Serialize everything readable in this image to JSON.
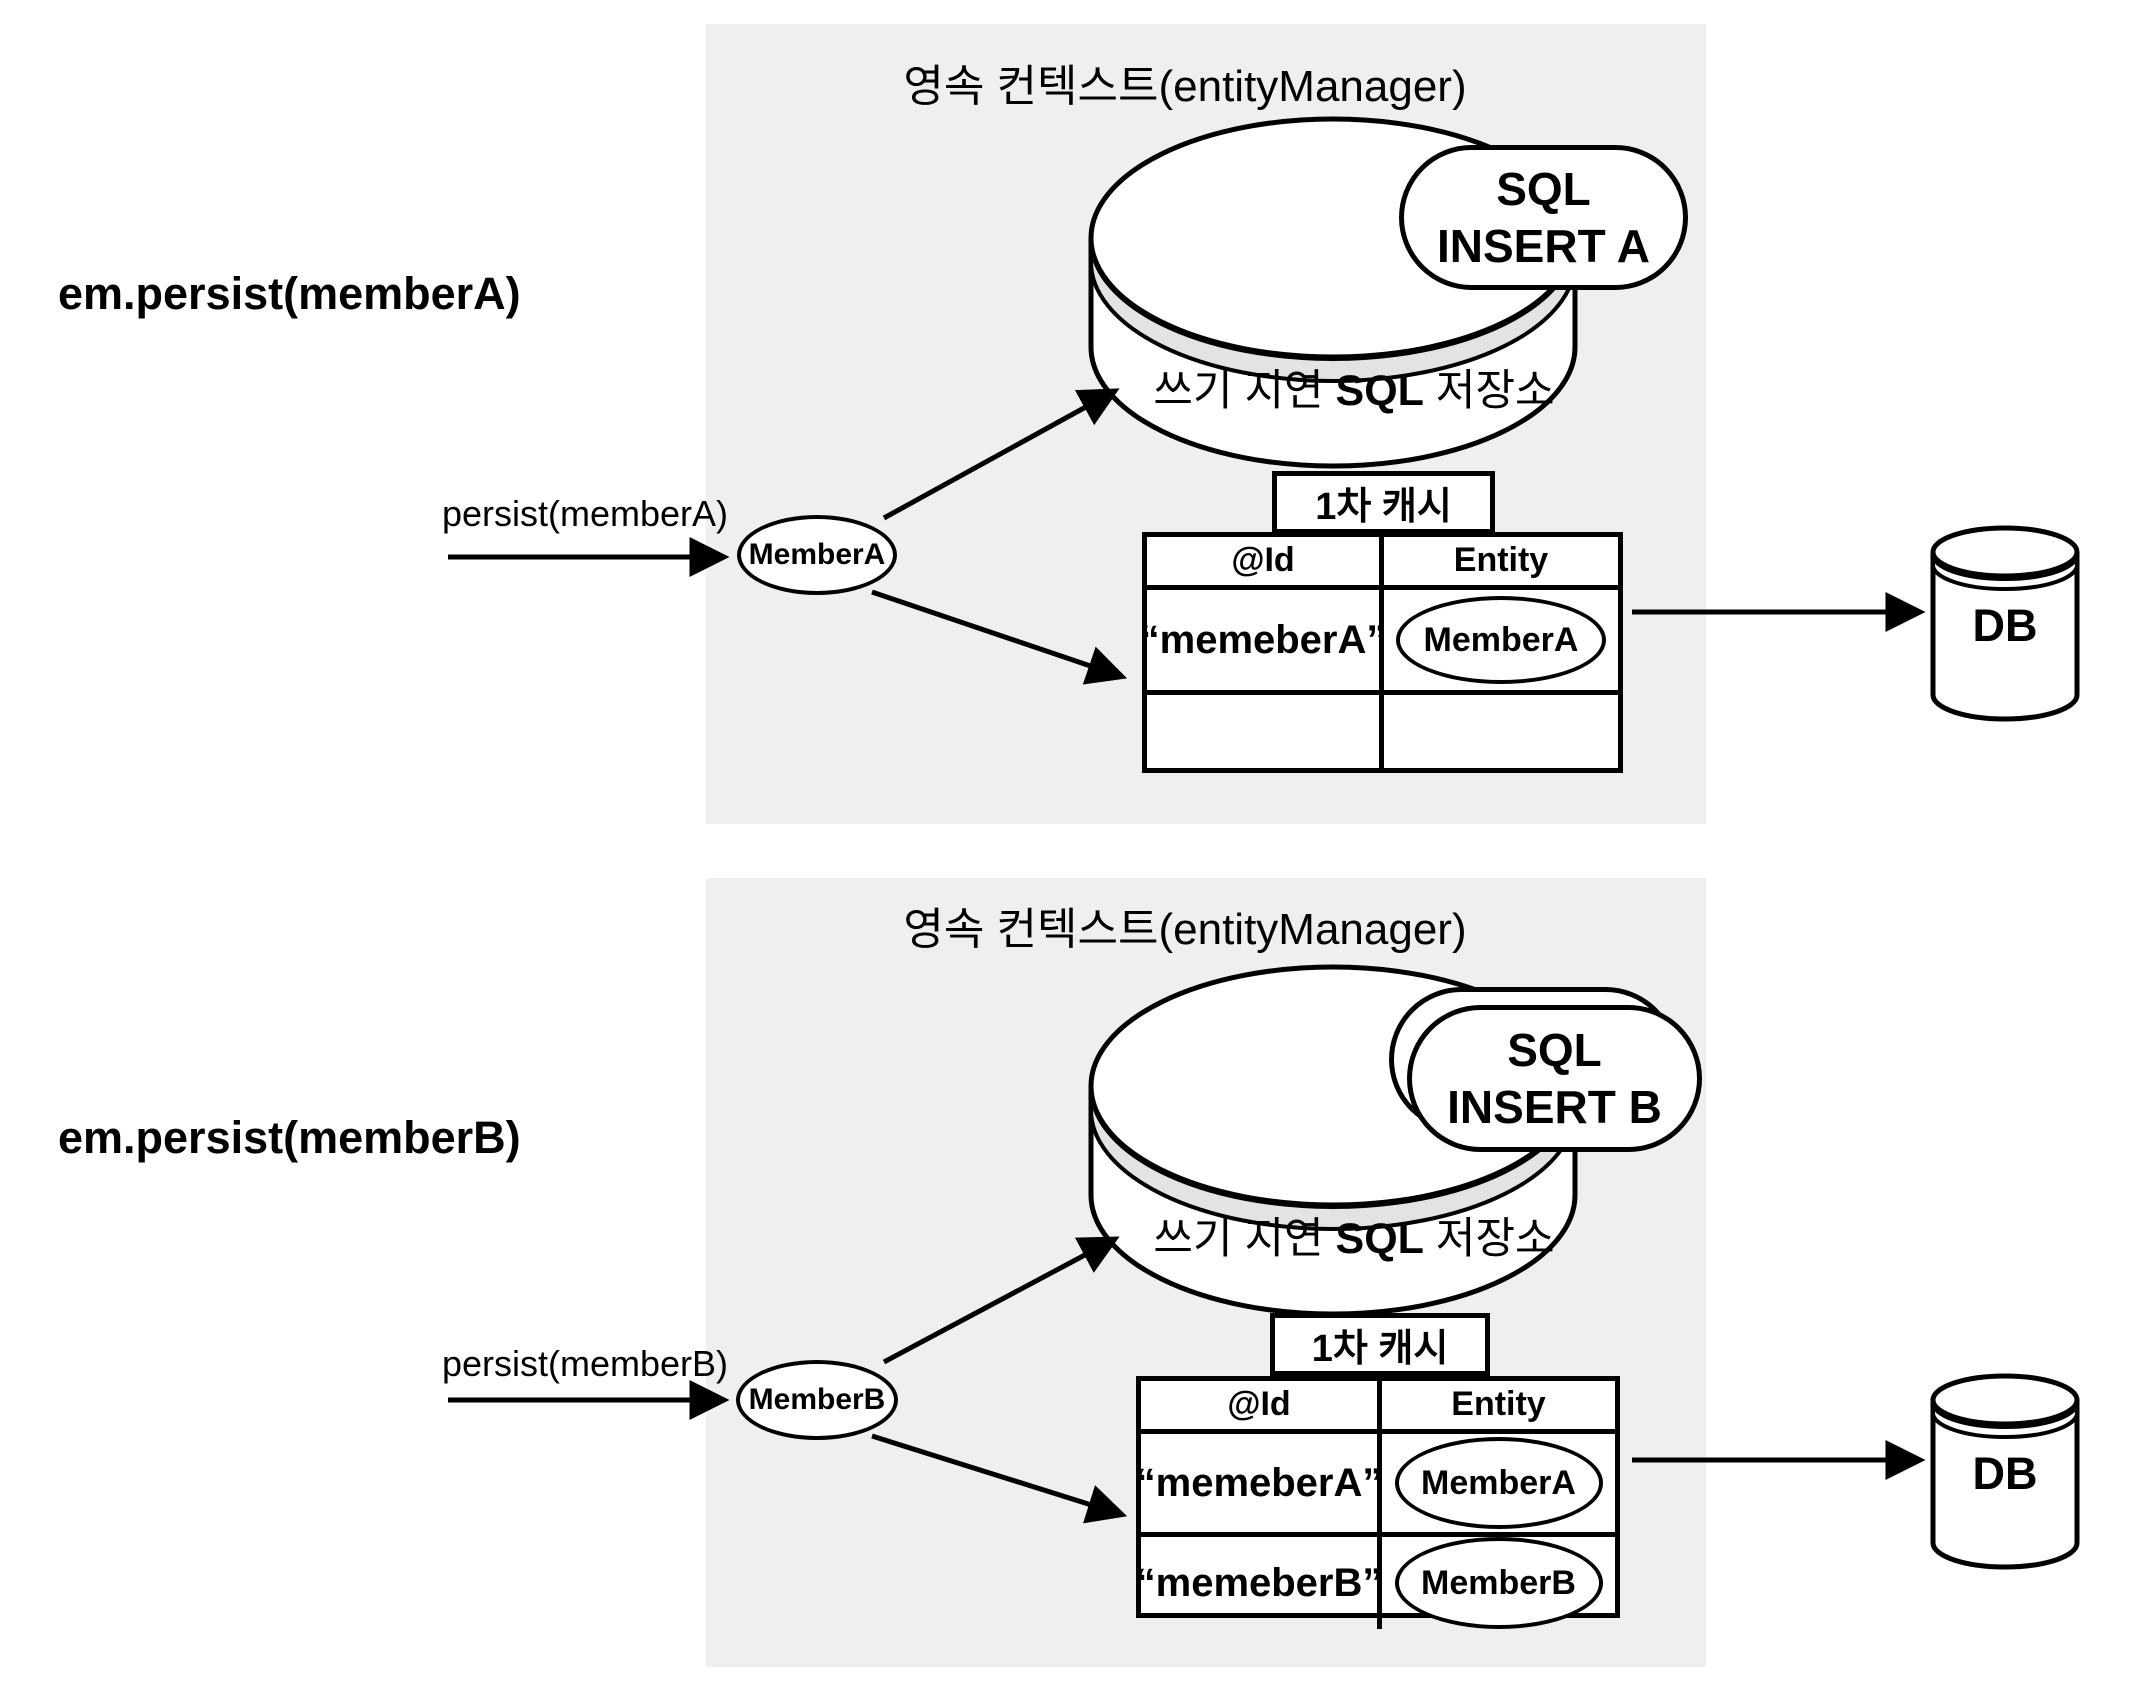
{
  "colors": {
    "panel_bg": "#efefef",
    "line": "#000000",
    "shape_fill": "#ffffff",
    "lid_band": "#e3e3e3"
  },
  "sections": [
    {
      "method_call": "em.persist(memberA)",
      "context_title": "영속 컨텍스트(entityManager)",
      "store_label": {
        "prefix": "쓰기 지연 ",
        "bold": "SQL",
        "suffix": " 저장소"
      },
      "sql_badge": {
        "line1": "SQL",
        "line2": "INSERT A"
      },
      "persist_label": "persist(memberA)",
      "entity_node_label": "MemberA",
      "cache_title": "1차 캐시",
      "cache_table": {
        "col_id": "@Id",
        "col_entity": "Entity",
        "rows": [
          {
            "id": "“memeberA”",
            "entity": "MemberA"
          },
          {
            "id": "",
            "entity": ""
          }
        ]
      },
      "db_label": "DB"
    },
    {
      "method_call": "em.persist(memberB)",
      "context_title": "영속 컨텍스트(entityManager)",
      "store_label": {
        "prefix": "쓰기 지연 ",
        "bold": "SQL",
        "suffix": " 저장소"
      },
      "sql_badge": {
        "line1": "SQL",
        "line2": "INSERT B"
      },
      "persist_label": "persist(memberB)",
      "entity_node_label": "MemberB",
      "cache_title": "1차 캐시",
      "cache_table": {
        "col_id": "@Id",
        "col_entity": "Entity",
        "rows": [
          {
            "id": "“memeberA”",
            "entity": "MemberA"
          },
          {
            "id": "“memeberB”",
            "entity": "MemberB"
          }
        ]
      },
      "db_label": "DB"
    }
  ]
}
